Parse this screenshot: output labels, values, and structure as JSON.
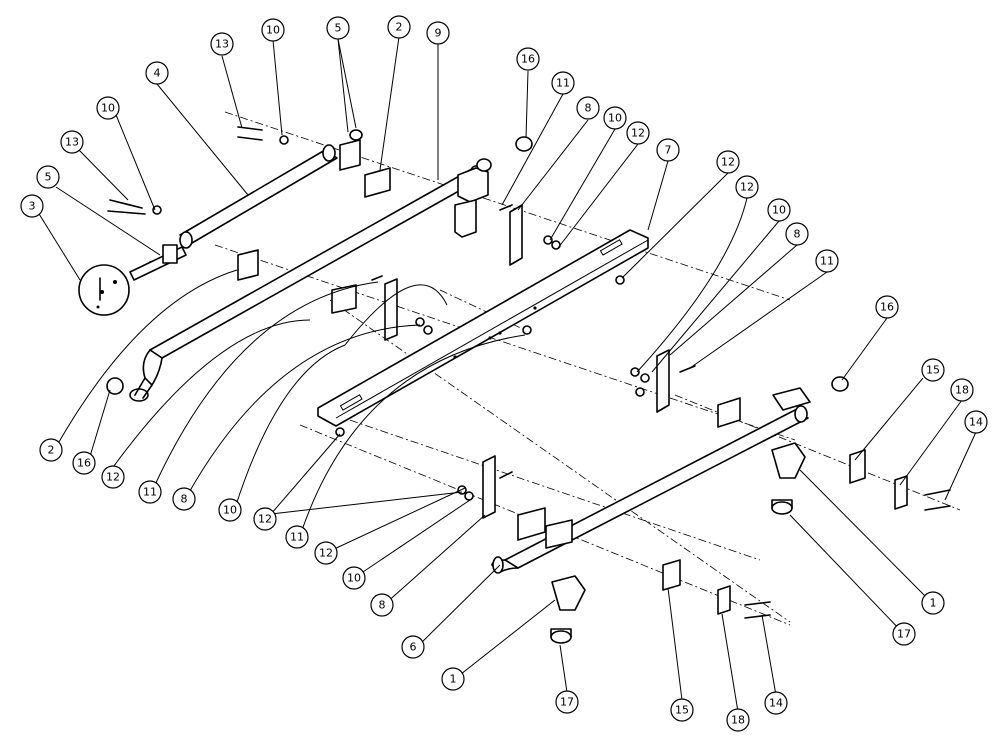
{
  "diagram": {
    "balloons": [
      {
        "label": "13"
      },
      {
        "label": "10"
      },
      {
        "label": "5"
      },
      {
        "label": "2"
      },
      {
        "label": "9"
      },
      {
        "label": "16"
      },
      {
        "label": "11"
      },
      {
        "label": "8"
      },
      {
        "label": "10"
      },
      {
        "label": "12"
      },
      {
        "label": "7"
      },
      {
        "label": "12"
      },
      {
        "label": "12"
      },
      {
        "label": "10"
      },
      {
        "label": "8"
      },
      {
        "label": "11"
      },
      {
        "label": "16"
      },
      {
        "label": "15"
      },
      {
        "label": "18"
      },
      {
        "label": "14"
      },
      {
        "label": "4"
      },
      {
        "label": "10"
      },
      {
        "label": "13"
      },
      {
        "label": "5"
      },
      {
        "label": "3"
      },
      {
        "label": "2"
      },
      {
        "label": "16"
      },
      {
        "label": "12"
      },
      {
        "label": "11"
      },
      {
        "label": "8"
      },
      {
        "label": "10"
      },
      {
        "label": "12"
      },
      {
        "label": "11"
      },
      {
        "label": "12"
      },
      {
        "label": "10"
      },
      {
        "label": "8"
      },
      {
        "label": "6"
      },
      {
        "label": "1"
      },
      {
        "label": "17"
      },
      {
        "label": "15"
      },
      {
        "label": "18"
      },
      {
        "label": "14"
      },
      {
        "label": "1"
      },
      {
        "label": "17"
      }
    ]
  }
}
